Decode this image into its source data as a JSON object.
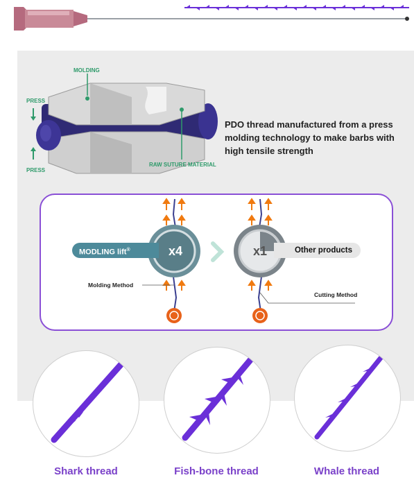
{
  "description": "PDO thread manufactured from a press molding technology to make barbs with high tensile strength",
  "molding_diagram": {
    "molding_label": "MOLDING",
    "press_top_label": "PRESS",
    "press_bottom_label": "PRESS",
    "raw_label": "RAW SUTURE MATERIAL"
  },
  "comparison": {
    "left_brand": "MODLING lift",
    "left_brand_mark": "®",
    "left_multiplier": "x4",
    "left_method": "Molding Method",
    "right_multiplier": "x1",
    "right_brand": "Other products",
    "right_method": "Cutting Method"
  },
  "threads": [
    {
      "label": "Shark thread"
    },
    {
      "label": "Fish-bone thread"
    },
    {
      "label": "Whale thread"
    }
  ],
  "colors": {
    "accent_purple": "#7a41c9",
    "thread_purple": "#6a2fd8",
    "teal": "#4d8a9a",
    "green_label": "#2e9a6a",
    "arrow_orange": "#f07a10"
  }
}
